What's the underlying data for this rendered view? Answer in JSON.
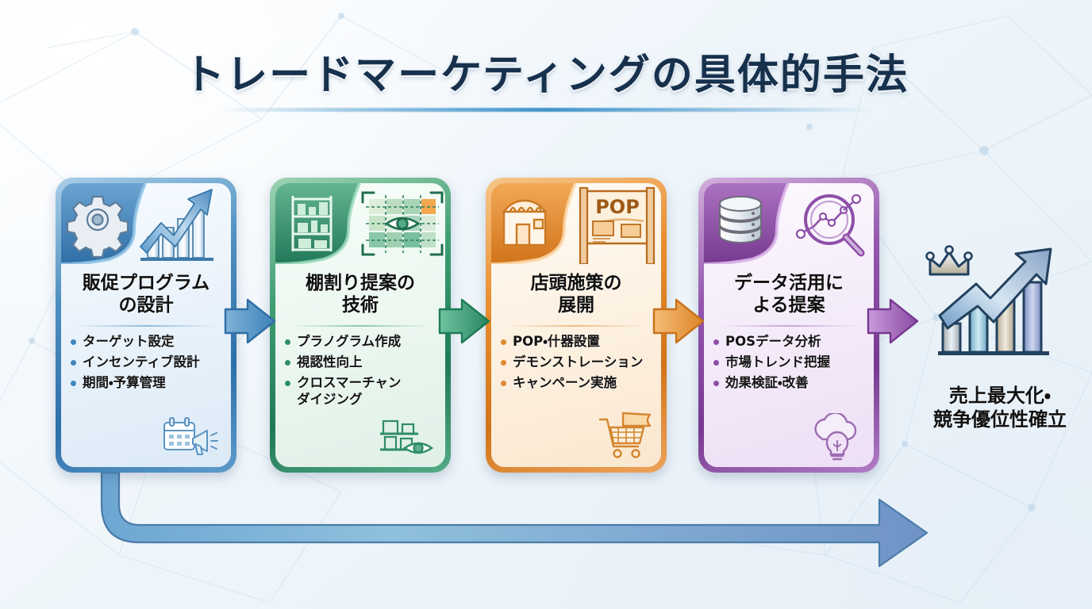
{
  "header": {
    "title": "トレードマーケティングの具体的手法"
  },
  "flow": {
    "steps": [
      {
        "id": "step-1",
        "title": "販促プログラム\nの設計",
        "title_line1": "販促プログラム",
        "title_line2": "の設計",
        "bullets": [
          "ターゲット設定",
          "インセンティブ設計",
          "期間・予算管理"
        ],
        "accent": "#2d6fa8",
        "header_icons": [
          "gear-icon",
          "growth-chart-arrow-icon"
        ],
        "corner_icon": "calendar-megaphone-icon"
      },
      {
        "id": "step-2",
        "title": "棚割り提案の\n技術",
        "title_line1": "棚割り提案の",
        "title_line2": "技術",
        "bullets": [
          "プラノグラム作成",
          "視認性向上",
          "クロスマーチャン\nダイジング"
        ],
        "accent": "#1f7a55",
        "header_icons": [
          "shelf-rack-icon",
          "planogram-grid-eye-icon"
        ],
        "corner_icon": "store-shelf-eye-icon"
      },
      {
        "id": "step-3",
        "title": "店頭施策の\n展開",
        "title_line1": "店頭施策の",
        "title_line2": "展開",
        "bullets": [
          "POP・什器設置",
          "デモンストレーション",
          "キャンペーン実施"
        ],
        "accent": "#d1741a",
        "header_icons": [
          "storefront-icon",
          "pop-signboard-icon"
        ],
        "header_sign_text": "POP",
        "corner_icon": "shopping-cart-flag-icon"
      },
      {
        "id": "step-4",
        "title": "データ活用に\nよる提案",
        "title_line1": "データ活用に",
        "title_line2": "よる提案",
        "bullets": [
          "POSデータ分析",
          "市場トレンド把握",
          "効果検証・改善"
        ],
        "accent": "#76398f",
        "header_icons": [
          "database-icon",
          "magnifier-analytics-icon"
        ],
        "corner_icon": "cloud-lightbulb-icon"
      }
    ],
    "connectors": [
      {
        "id": "connector-1-2",
        "color": "#4a8fc4"
      },
      {
        "id": "connector-2-3",
        "color": "#2f9069"
      },
      {
        "id": "connector-3-4",
        "color": "#e08830"
      },
      {
        "id": "connector-4-outcome",
        "color": "#8e4fa8"
      }
    ],
    "loop_arrow": {
      "id": "cycle-arrow",
      "color": "#6b9ec9"
    }
  },
  "outcome": {
    "label_line1": "売上最大化・",
    "label_line2": "競争優位性確立",
    "icon": "crown-growth-chart-icon"
  },
  "colors": {
    "title": "#17314d",
    "background": "#eef5fa",
    "blue": "#2d6fa8",
    "green": "#1f7a55",
    "orange": "#d1741a",
    "purple": "#76398f"
  }
}
